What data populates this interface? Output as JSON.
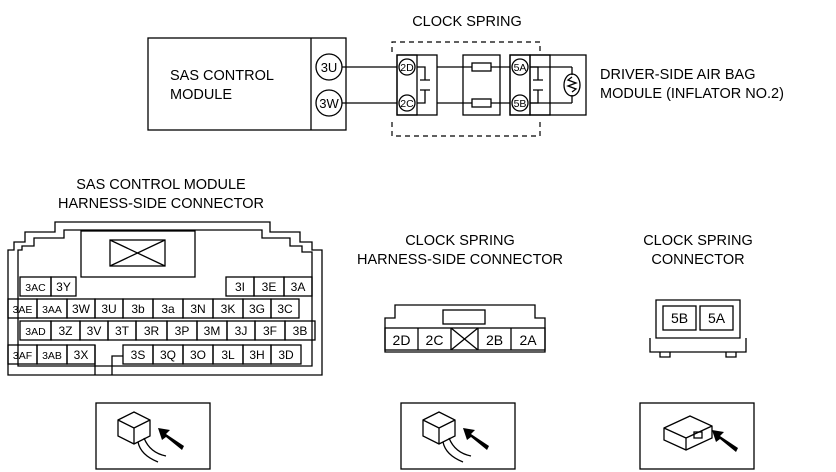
{
  "wiring": {
    "clock_spring_title": "CLOCK SPRING",
    "module_label_line1": "SAS CONTROL",
    "module_label_line2": "MODULE",
    "module_terminals": [
      "3U",
      "3W"
    ],
    "clock_spring_inner_terminals": [
      "2D",
      "2C"
    ],
    "clock_spring_outer_terminals": [
      "5A",
      "5B"
    ],
    "airbag_label_line1": "DRIVER-SIDE AIR BAG",
    "airbag_label_line2": "MODULE (INFLATOR NO.2)"
  },
  "sas_connector": {
    "title_line1": "SAS CONTROL MODULE",
    "title_line2": "HARNESS-SIDE CONNECTOR",
    "row1": [
      "3AC",
      "3Y",
      "3I",
      "3E",
      "3A"
    ],
    "row2": [
      "3AE",
      "3AA",
      "3W",
      "3U",
      "3b",
      "3a",
      "3N",
      "3K",
      "3G",
      "3C"
    ],
    "row3": [
      "3AD",
      "3Z",
      "3V",
      "3T",
      "3R",
      "3P",
      "3M",
      "3J",
      "3F",
      "3B"
    ],
    "row4": [
      "3AF",
      "3AB",
      "3X",
      "3S",
      "3Q",
      "3O",
      "3L",
      "3H",
      "3D"
    ]
  },
  "clock_spring_harness_connector": {
    "title_line1": "CLOCK SPRING",
    "title_line2": "HARNESS-SIDE CONNECTOR",
    "pins": [
      "2D",
      "2C",
      "2B",
      "2A"
    ]
  },
  "clock_spring_connector": {
    "title_line1": "CLOCK SPRING",
    "title_line2": "CONNECTOR",
    "pins": [
      "5B",
      "5A"
    ]
  },
  "view_icons": [
    "harness-view-icon",
    "harness-view-icon",
    "connector-view-icon"
  ]
}
